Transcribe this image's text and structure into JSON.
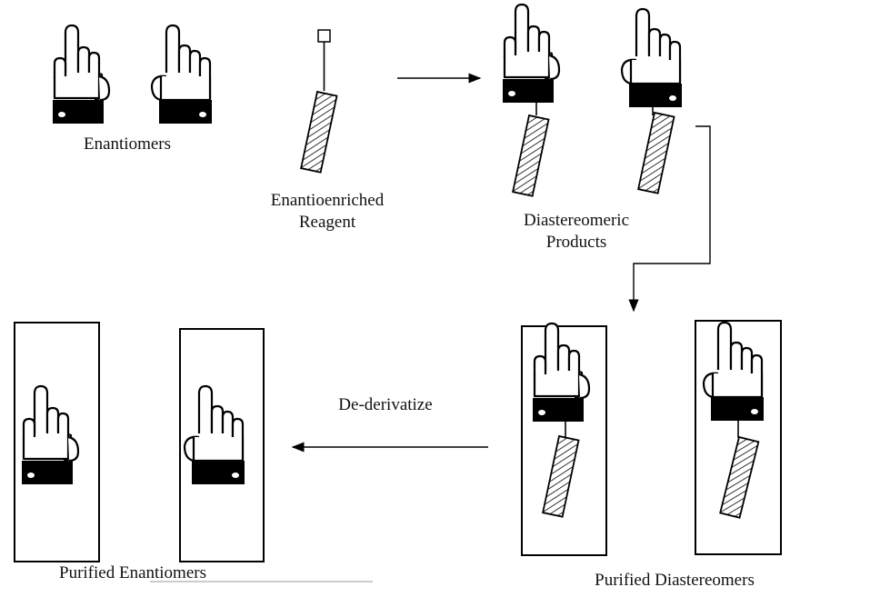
{
  "labels": {
    "enantiomers": "Enantiomers",
    "reagent_line1": "Enantioenriched",
    "reagent_line2": "Reagent",
    "diastereomeric_line1": "Diastereomeric",
    "diastereomeric_line2": "Products",
    "dederivatize": "De-derivatize",
    "purified_enantiomers": "Purified Enantiomers",
    "purified_diastereomers": "Purified Diastereomers"
  },
  "icons": {
    "hand": "pointing-hand-icon",
    "reagent": "hatched-bar-icon",
    "arrow": "arrow-icon"
  },
  "colors": {
    "ink": "#000000",
    "background": "#ffffff"
  }
}
